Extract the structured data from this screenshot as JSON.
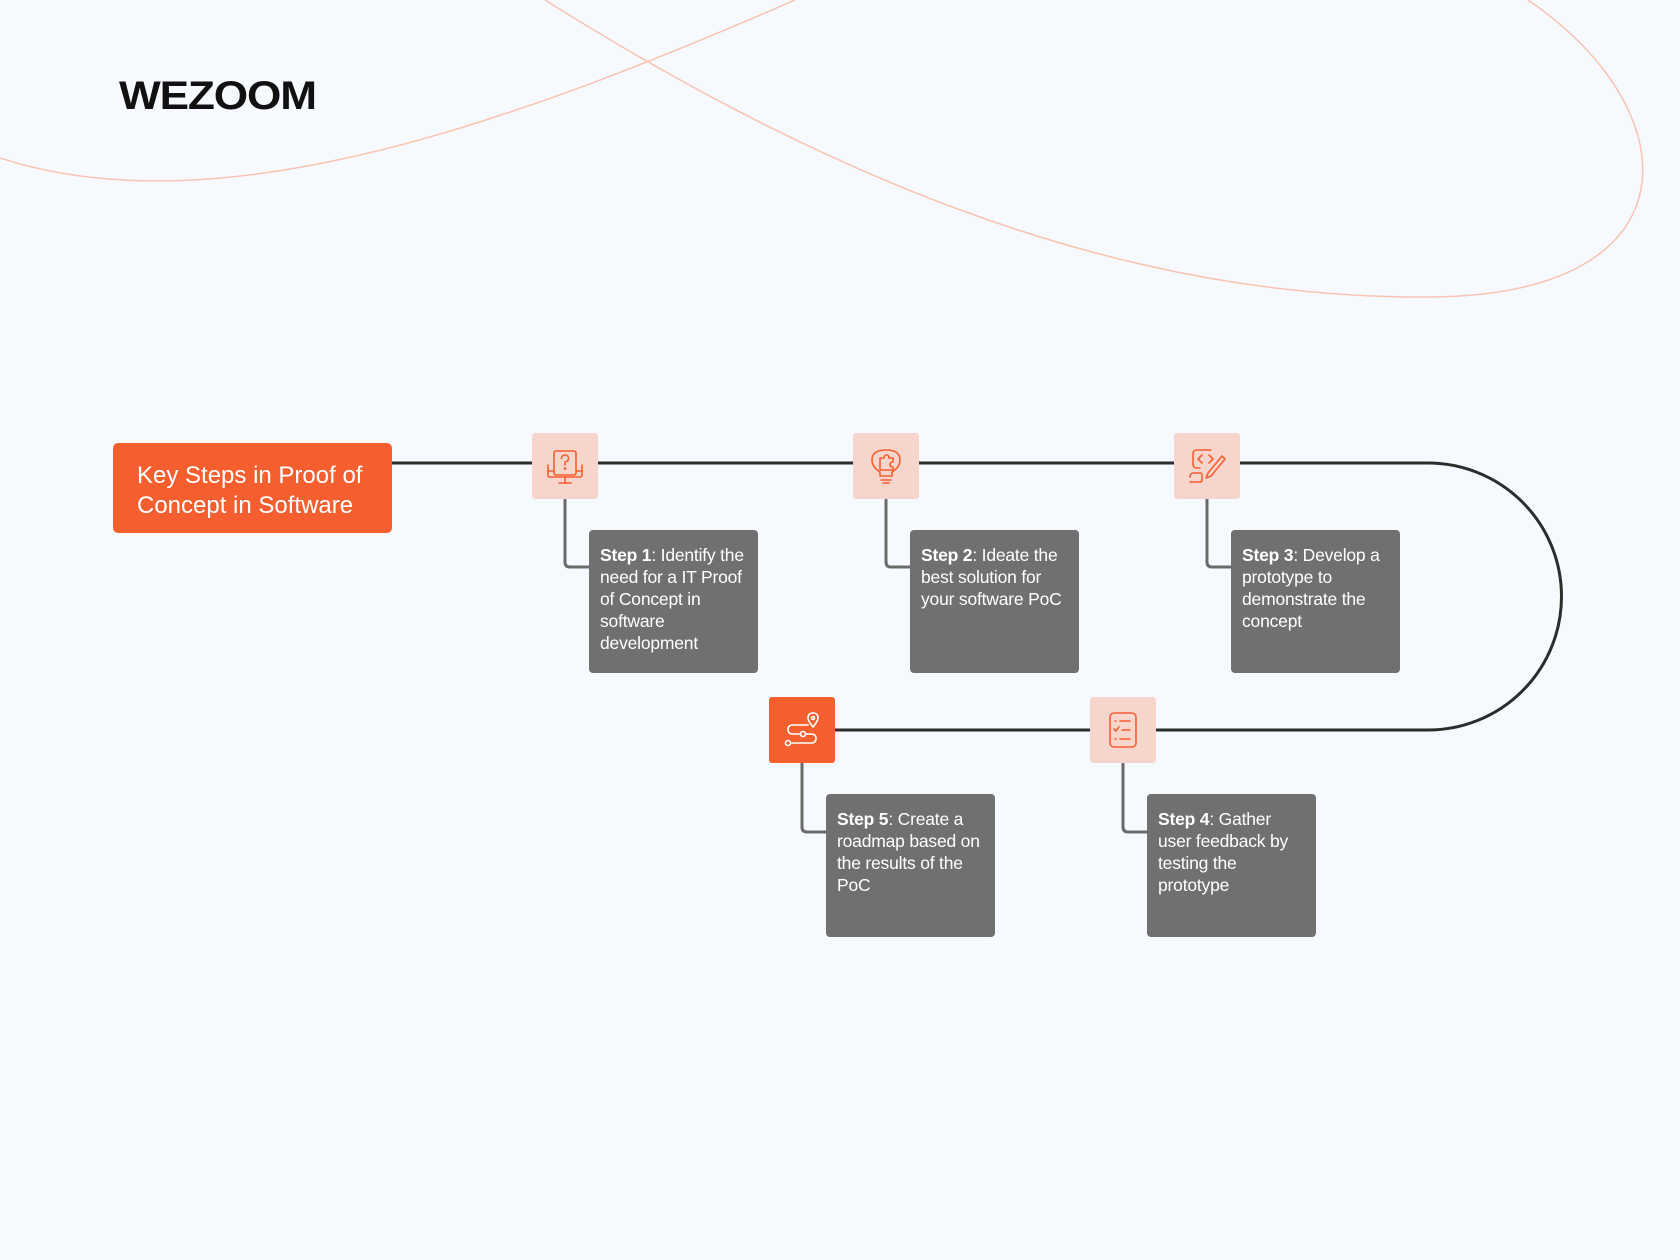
{
  "brand": {
    "logo_text": "WEZOOM"
  },
  "colors": {
    "background": "#f6f9fd",
    "accent": "#f55f30",
    "icon_tile": "#f5d5cc",
    "card": "#707070",
    "connector": "#2c2c2c",
    "stem": "#6a6a6a",
    "decor_curve": "#f8c3b1"
  },
  "title": "Key Steps in Proof of Concept in Software",
  "steps": [
    {
      "label": "Step 1",
      "text": ": Identify the need for a IT Proof of Concept in software development",
      "icon": "monitor-question-icon",
      "highlighted": false
    },
    {
      "label": "Step 2",
      "text": ": Ideate the best solution for your software PoC",
      "icon": "lightbulb-puzzle-icon",
      "highlighted": false
    },
    {
      "label": "Step 3",
      "text": ": Develop a prototype to demonstrate the concept",
      "icon": "code-pencil-icon",
      "highlighted": false
    },
    {
      "label": "Step 4",
      "text": ": Gather user feedback by testing the prototype",
      "icon": "checklist-icon",
      "highlighted": false
    },
    {
      "label": "Step 5",
      "text": ": Create a roadmap based on the results of the PoC",
      "icon": "roadmap-pin-icon",
      "highlighted": true
    }
  ]
}
